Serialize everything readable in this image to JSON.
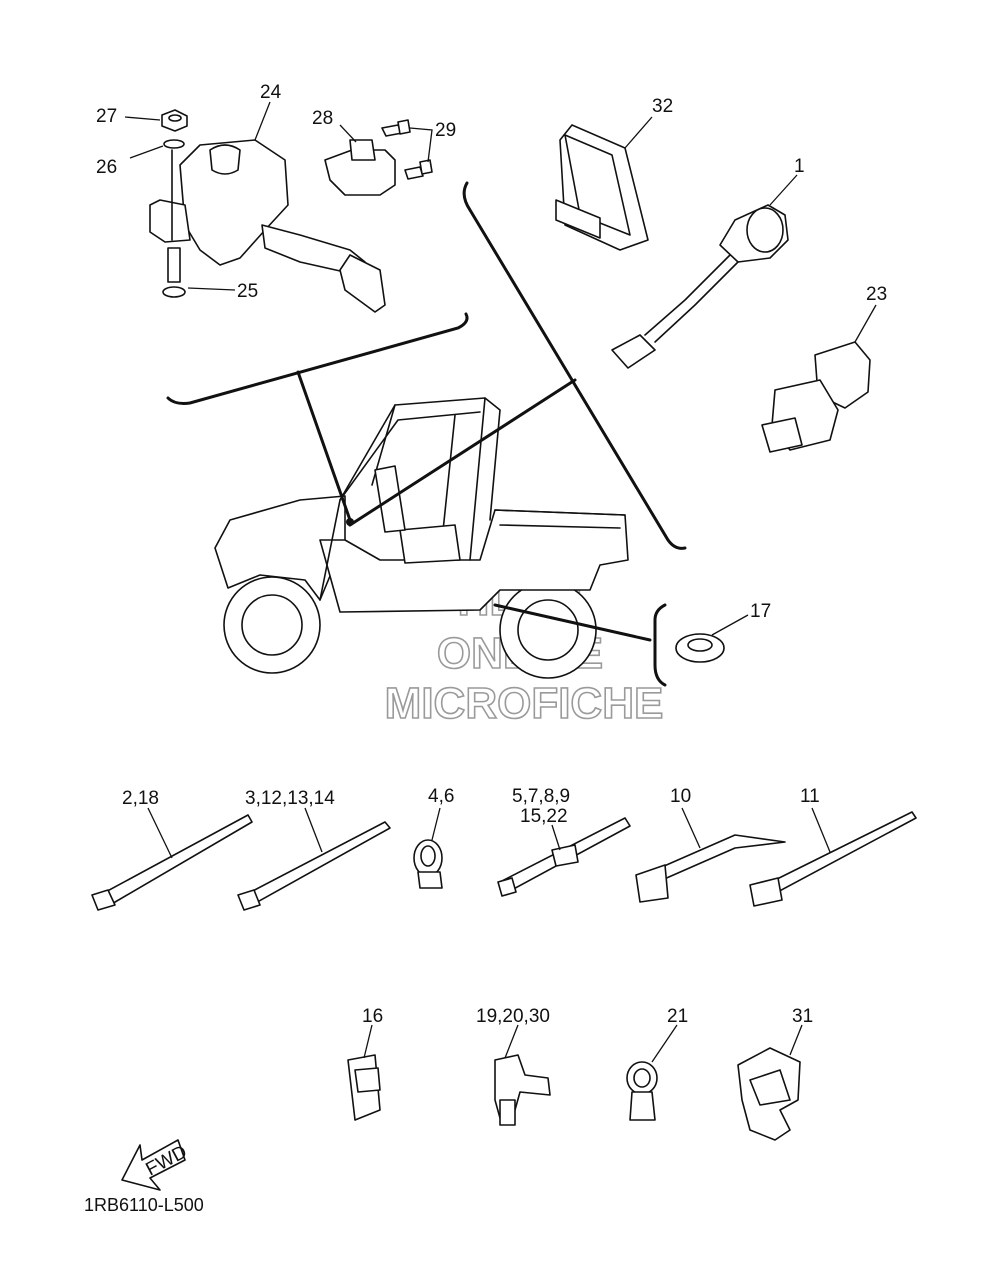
{
  "diagram": {
    "code": "1RB6110-L500",
    "fwd_label": "FWD",
    "watermark": [
      "HLSM",
      "ONLINE",
      "MICROFICHE"
    ],
    "callouts": {
      "c24": "24",
      "c27": "27",
      "c26": "26",
      "c25": "25",
      "c28": "28",
      "c29": "29",
      "c32": "32",
      "c1": "1",
      "c23": "23",
      "c17": "17",
      "c2_18": "2,18",
      "c3_14": "3,12,13,14",
      "c4_6": "4,6",
      "c5_9": "5,7,8,9",
      "c15_22": "15,22",
      "c10": "10",
      "c11": "11",
      "c16": "16",
      "c19_30": "19,20,30",
      "c21": "21",
      "c31": "31"
    }
  }
}
